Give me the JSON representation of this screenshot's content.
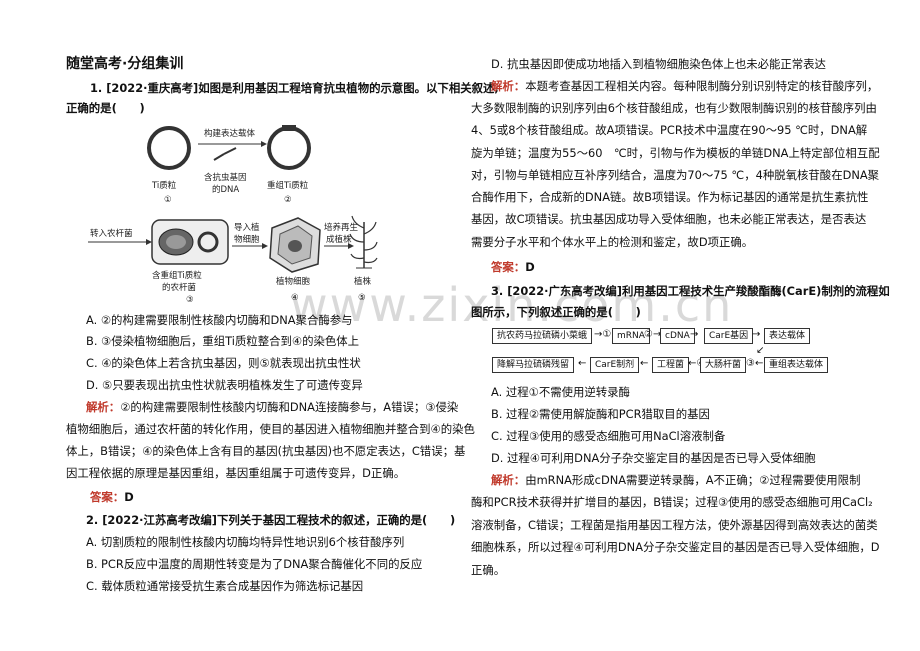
{
  "left": {
    "section_title": "随堂高考·分组集训",
    "q1": {
      "lines": [
        "1. [2022·重庆高考]如图是利用基因工程培育抗虫植物的示意图。以下相关叙述,",
        "正确的是(　　)"
      ],
      "figure": {
        "label_build": "构建表达载体",
        "label_ti": "Ti质粒",
        "label_insect_gene_1": "含抗虫基因",
        "label_insect_gene_2": "的DNA",
        "label_recomb_ti": "重组Ti质粒",
        "num1": "①",
        "num2": "②",
        "label_into_agro": "转入农杆菌",
        "label_agro_1": "含重组Ti质粒",
        "label_agro_2": "的农杆菌",
        "num3": "③",
        "label_import_1": "导入植",
        "label_import_2": "物细胞",
        "label_plant_cell": "植物细胞",
        "num4": "④",
        "label_culture_1": "培养再生",
        "label_culture_2": "成植株",
        "label_plant": "植株",
        "num5": "⑤"
      },
      "options": [
        "A. ②的构建需要限制性核酸内切酶和DNA聚合酶参与",
        "B. ③侵染植物细胞后，重组Ti质粒整合到④的染色体上",
        "C. ④的染色体上若含抗虫基因，则⑤就表现出抗虫性状",
        "D. ⑤只要表现出抗虫性状就表明植株发生了可遗传变异"
      ],
      "explain_label": "解析：",
      "explain_lines": [
        "②的构建需要限制性核酸内切酶和DNA连接酶参与，A错误；③侵染",
        "植物细胞后，通过农杆菌的转化作用，使目的基因进入植物细胞并整合到④的染色",
        "体上，B错误；④的染色体上含有目的基因(抗虫基因)也不愿定表达，C错误；基",
        "因工程依据的原理是基因重组，基因重组属于可遗传变异，D正确。"
      ],
      "answer_label": "答案：",
      "answer": "D"
    },
    "q2": {
      "stem": "2. [2022·江苏高考改编]下列关于基因工程技术的叙述，正确的是(　　)",
      "options": [
        "A. 切割质粒的限制性核酸内切酶均特异性地识别6个核苷酸序列",
        "B. PCR反应中温度的周期性转变是为了DNA聚合酶催化不同的反应",
        "C. 载体质粒通常接受抗生素合成基因作为筛选标记基因"
      ]
    }
  },
  "right": {
    "q2_option_d": "D. 抗虫基因即使成功地插入到植物细胞染色体上也未必能正常表达",
    "explain_label": "解析：",
    "explain_lines": [
      "本题考查基因工程相关内容。每种限制酶分别识别特定的核苷酸序列，",
      "大多数限制酶的识别序列由6个核苷酸组成，也有少数限制酶识别的核苷酸序列由",
      "4、5或8个核苷酸组成。故A项错误。PCR技术中温度在90～95 ℃时，DNA解",
      "旋为单链；温度为55～60　℃时，引物与作为模板的单链DNA上特定部位相互配",
      "对，引物与单链相应互补序列结合，温度为70～75 ℃，4种脱氧核苷酸在DNA聚",
      "合酶作用下，合成新的DNA链。故B项错误。作为标记基因的通常是抗生素抗性",
      "基因，故C项错误。抗虫基因成功导入受体细胞，也未必能正常表达，是否表达",
      "需要分子水平和个体水平上的检测和鉴定，故D项正确。"
    ],
    "answer_label": "答案：",
    "answer": "D",
    "q3": {
      "lines": [
        "3. [2022·广东高考改编]利用基因工程技术生产羧酸酯酶(CarE)制剂的流程如",
        "图所示，下列叙述正确的是(　　)"
      ],
      "flow": {
        "b1": "抗农药马拉硫磷小菜蛾",
        "b2": "mRNA",
        "b3": "cDNA",
        "b4": "CarE基因",
        "b5": "表达载体",
        "b6": "降解马拉硫磷残留",
        "b7": "CarE制剂",
        "b8": "工程菌",
        "b9": "大肠杆菌",
        "b10": "重组表达载体",
        "s1": "①",
        "s2": "②",
        "s3": "③",
        "s4": "④"
      },
      "options": [
        "A. 过程①不需使用逆转录酶",
        "B. 过程②需使用解旋酶和PCR猎取目的基因",
        "C. 过程③使用的感受态细胞可用NaCl溶液制备",
        "D. 过程④可利用DNA分子杂交鉴定目的基因是否已导入受体细胞"
      ],
      "explain_label": "解析：",
      "explain_lines": [
        "由mRNA形成cDNA需要逆转录酶，A不正确；②过程需要使用限制",
        "酶和PCR技术获得并扩增目的基因，B错误；过程③使用的感受态细胞可用CaCl₂",
        "溶液制备，C错误；工程菌是指用基因工程方法，使外源基因得到高效表达的菌类",
        "细胞株系，所以过程④可利用DNA分子杂交鉴定目的基因是否已导入受体细胞，D",
        "正确。"
      ]
    }
  },
  "watermark": "www.zixin.com.cn"
}
